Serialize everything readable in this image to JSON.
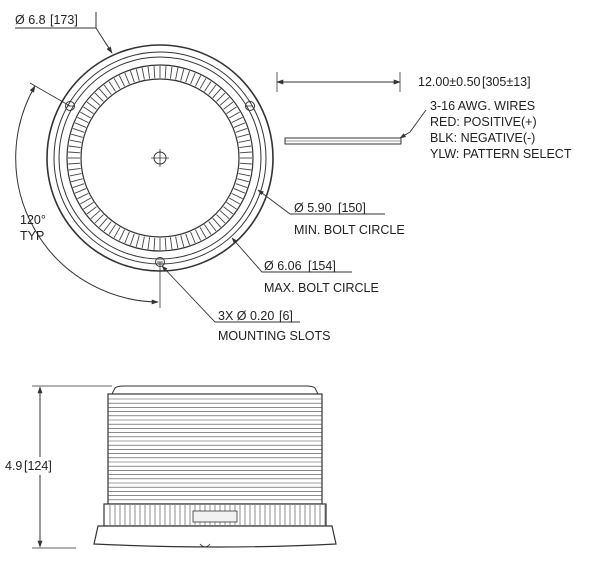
{
  "top_view": {
    "diameter": "Ø 6.8",
    "diameter_mm": "[173]",
    "angle": "120°",
    "angle_note": "TYP",
    "min_bolt_dia": "Ø 5.90",
    "min_bolt_dia_mm": "[150]",
    "min_bolt_label": "MIN. BOLT CIRCLE",
    "max_bolt_dia": "Ø 6.06",
    "max_bolt_dia_mm": "[154]",
    "max_bolt_label": "MAX. BOLT CIRCLE",
    "slots_qty": "3X Ø 0.20",
    "slots_mm": "[6]",
    "slots_label": "MOUNTING SLOTS"
  },
  "wires": {
    "length": "12.00±0.50",
    "length_mm": "[305±13]",
    "gauge": "3-16 AWG. WIRES",
    "red": "RED: POSITIVE(+)",
    "blk": "BLK: NEGATIVE(-)",
    "ylw": "YLW: PATTERN SELECT"
  },
  "side_view": {
    "height": "4.9",
    "height_mm": "[124]"
  }
}
